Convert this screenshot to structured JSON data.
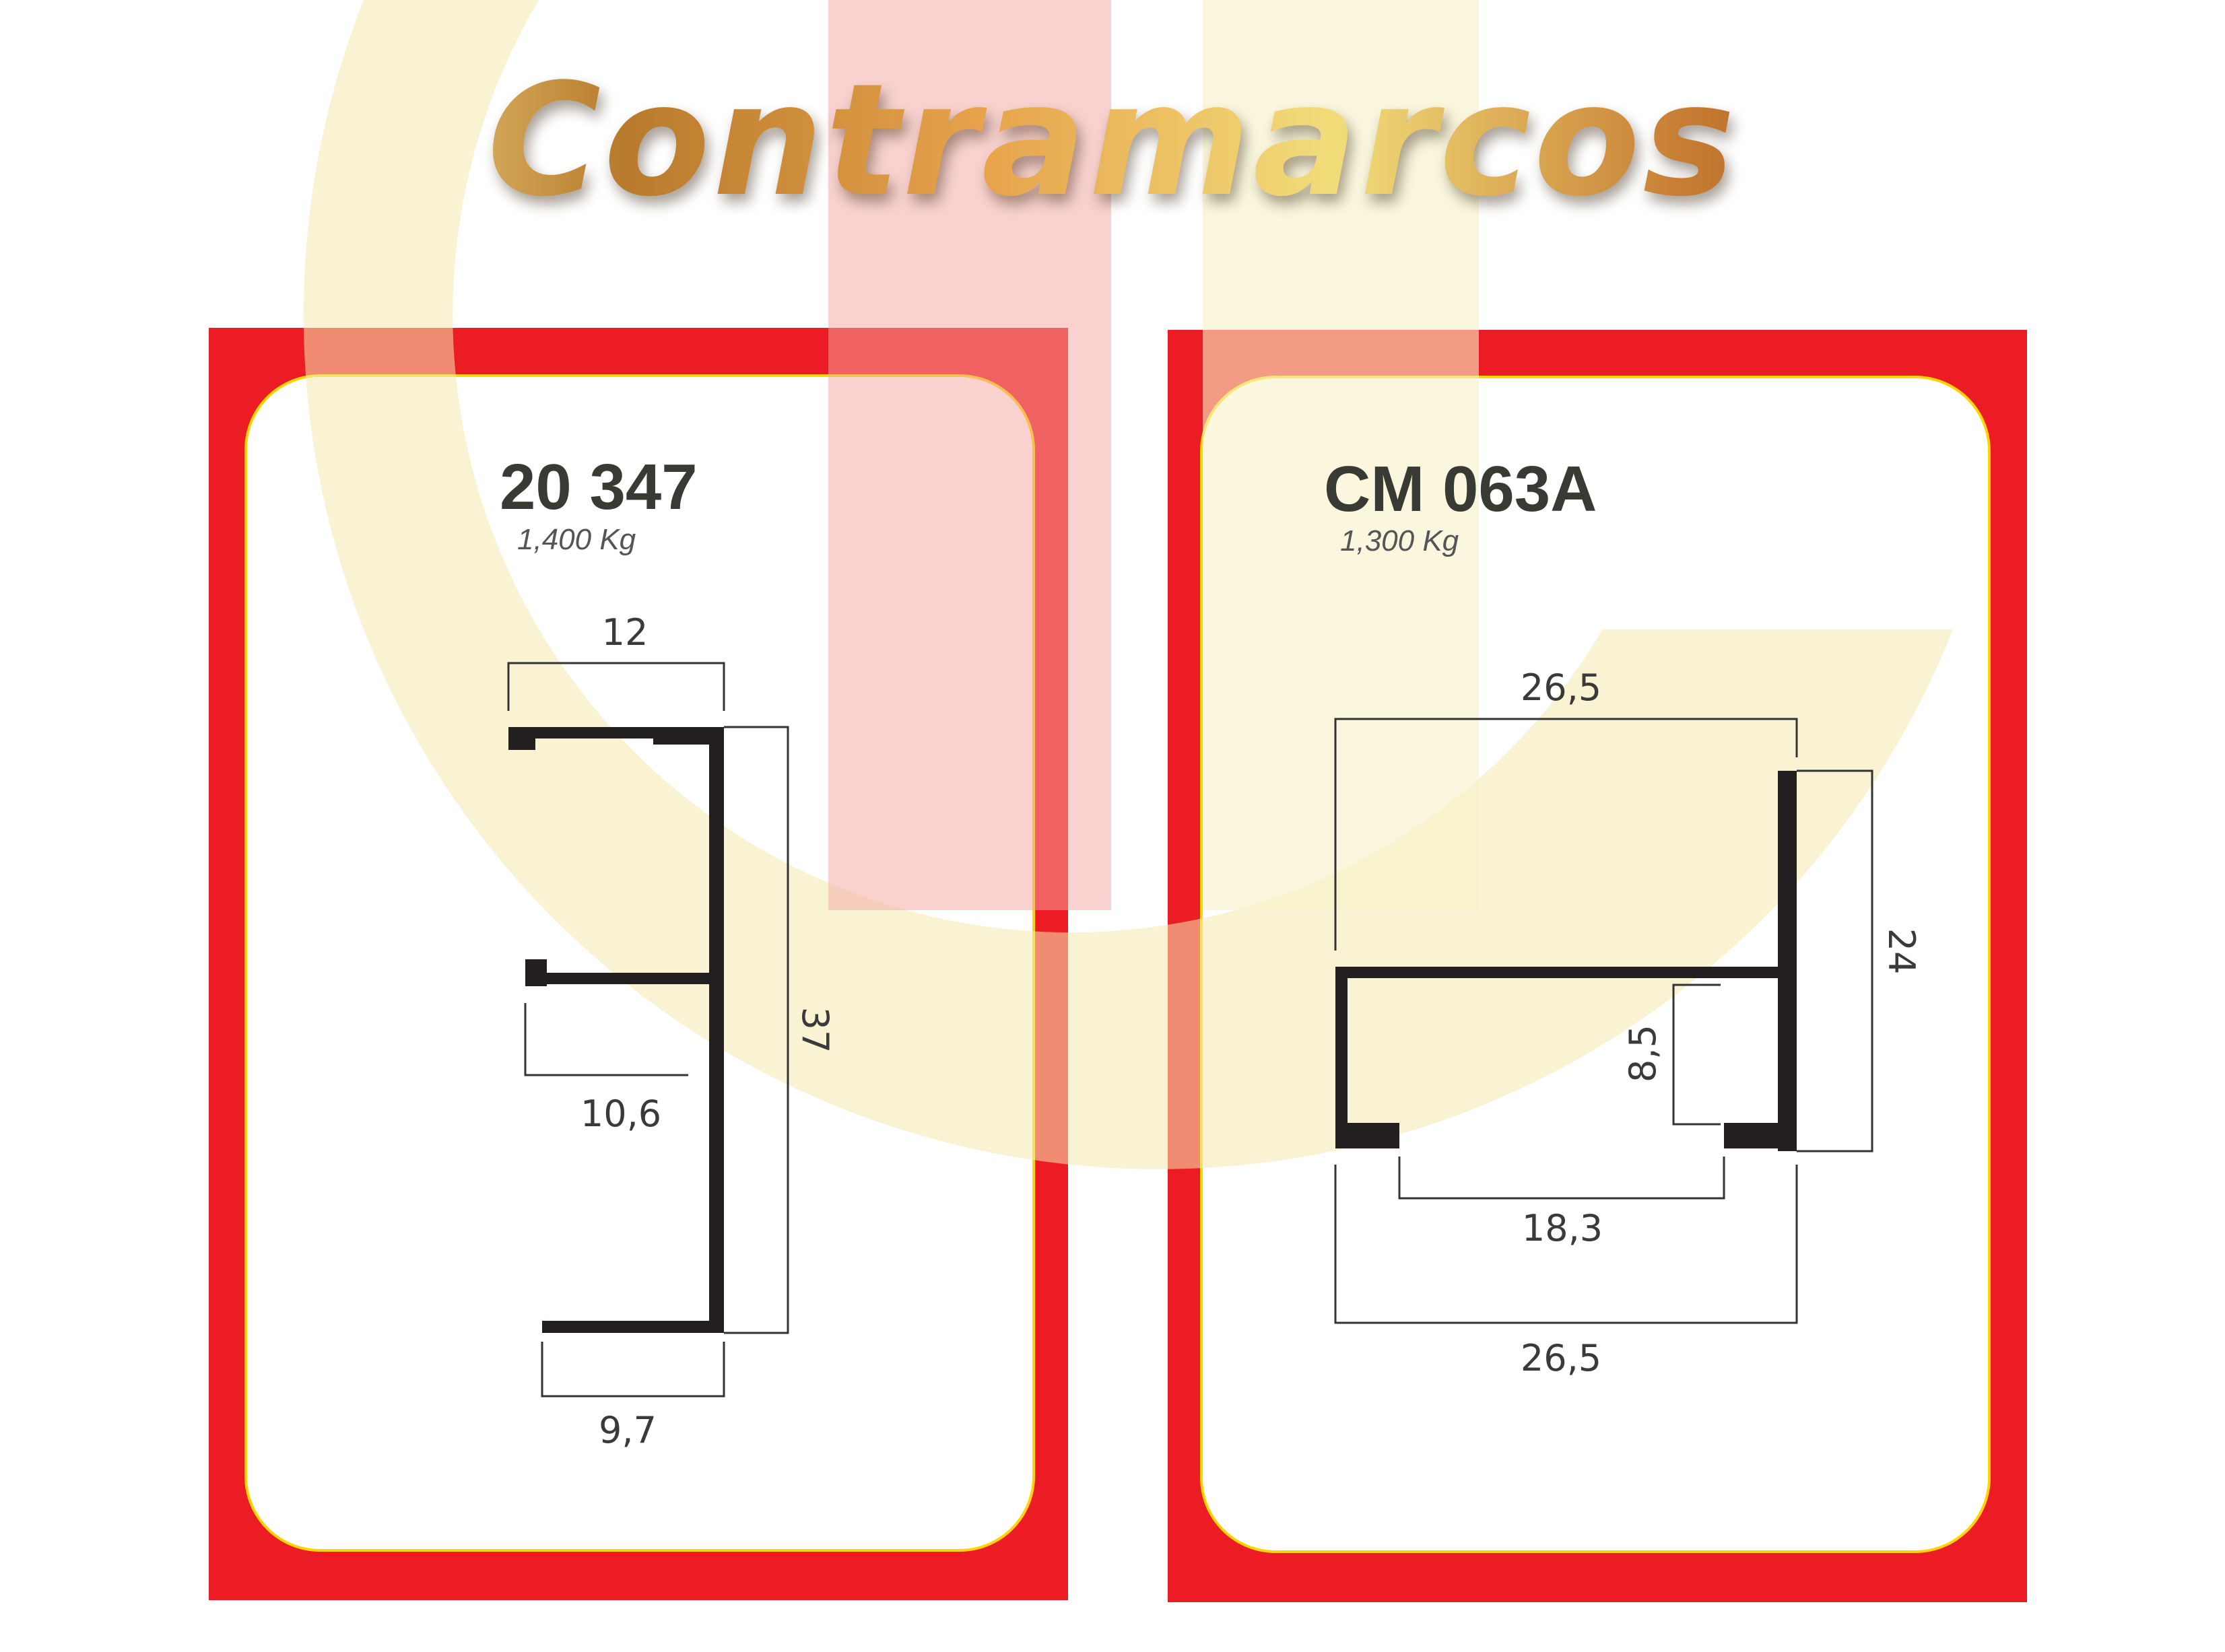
{
  "page": {
    "title": "Contramarcos"
  },
  "profiles": [
    {
      "code": "20 347",
      "weight": "1,400 Kg",
      "dimensions": {
        "top_width": "12",
        "height": "37",
        "inner_flange": "10,6",
        "bottom_width": "9,7"
      }
    },
    {
      "code": "CM 063A",
      "weight": "1,300 Kg",
      "dimensions": {
        "top_width": "26,5",
        "height": "24",
        "lip_height": "8,5",
        "opening": "18,3",
        "bottom_width": "26,5"
      }
    }
  ],
  "colors": {
    "frame_red": "#ec1c24",
    "panel_border": "#ffd400",
    "profile_stroke": "#231f20",
    "watermark_pink": "#f7b5b0",
    "watermark_cream": "#f6eeb8"
  }
}
